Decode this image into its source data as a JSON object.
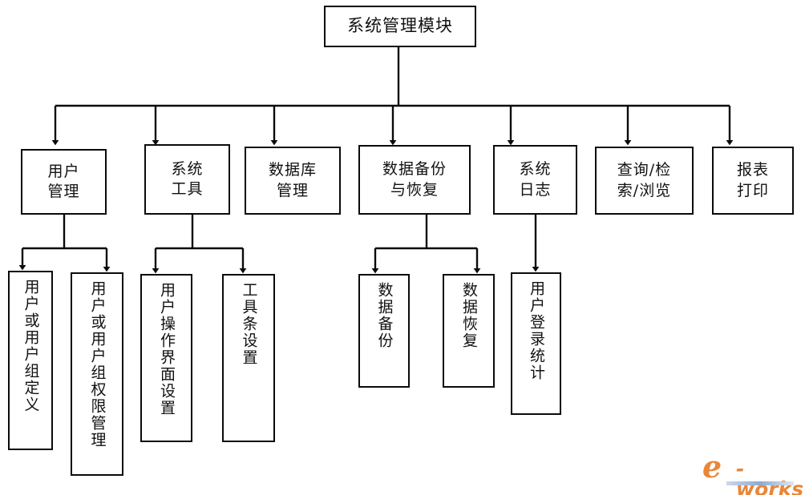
{
  "diagram": {
    "title": "系统管理模块",
    "type": "tree-hierarchy",
    "orientation": "top-down",
    "line_color": "#0a0a0a",
    "background_color": "#ffffff",
    "root": {
      "id": "root",
      "label": "系统管理模块"
    },
    "level1": [
      {
        "id": "user-management",
        "label": "用户\n管理"
      },
      {
        "id": "system-tools",
        "label": "系统\n工具"
      },
      {
        "id": "database-management",
        "label": "数据库\n管理"
      },
      {
        "id": "data-backup-recovery",
        "label": "数据备份\n与恢复"
      },
      {
        "id": "system-log",
        "label": "系统\n日志"
      },
      {
        "id": "query-browse",
        "label": "查询/检\n索/浏览"
      },
      {
        "id": "report-print",
        "label": "报表\n打印"
      }
    ],
    "level2": [
      {
        "id": "user-or-group-definition",
        "parent": "user-management",
        "label": "用户或用户组定义"
      },
      {
        "id": "user-or-group-permission",
        "parent": "user-management",
        "label": "用户或用户组权限管理"
      },
      {
        "id": "ui-settings",
        "parent": "system-tools",
        "label": "用户操作界面设置"
      },
      {
        "id": "toolbar-settings",
        "parent": "system-tools",
        "label": "工具条设置"
      },
      {
        "id": "data-backup",
        "parent": "data-backup-recovery",
        "label": "数据备份"
      },
      {
        "id": "data-recovery",
        "parent": "data-backup-recovery",
        "label": "数据恢复"
      },
      {
        "id": "user-login-statistics",
        "parent": "system-log",
        "label": "用户登录统计"
      }
    ]
  },
  "watermark": {
    "letter": "e",
    "word": "-works",
    "color": "#e8873a"
  }
}
